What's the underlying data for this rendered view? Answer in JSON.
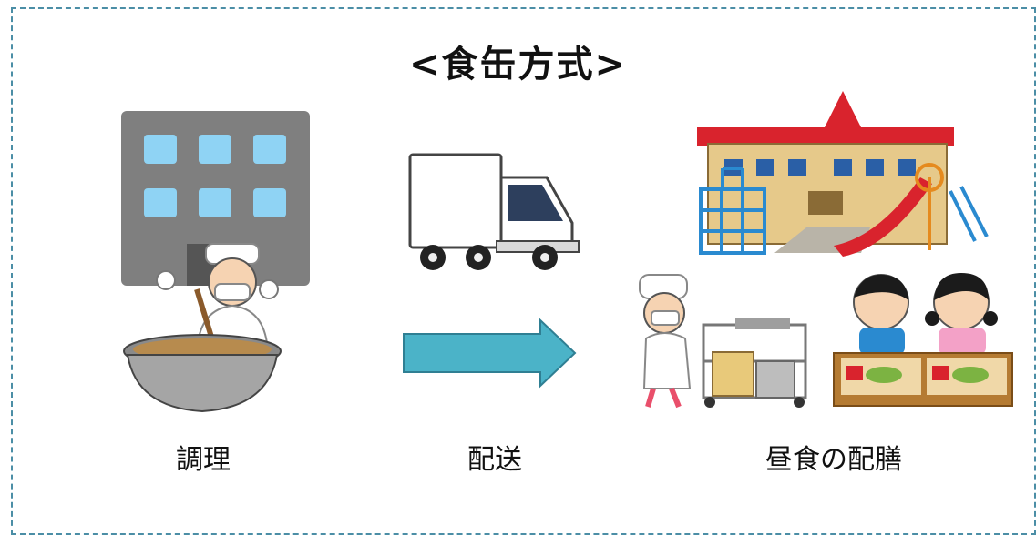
{
  "title": "<食缶方式>",
  "steps": [
    {
      "label": "調理"
    },
    {
      "label": "配送"
    },
    {
      "label": "昼食の配膳"
    }
  ],
  "colors": {
    "border": "#4b8ea6",
    "arrow": "#4bb3c8",
    "building": "#7f7f7f",
    "window": "#8fd3f4",
    "school_roof": "#d9232d"
  },
  "icons": [
    "factory-building-icon",
    "cook-stirring-pot-icon",
    "delivery-truck-icon",
    "arrow-right-icon",
    "school-building-icon",
    "server-with-cart-icon",
    "children-eating-lunch-icon"
  ]
}
